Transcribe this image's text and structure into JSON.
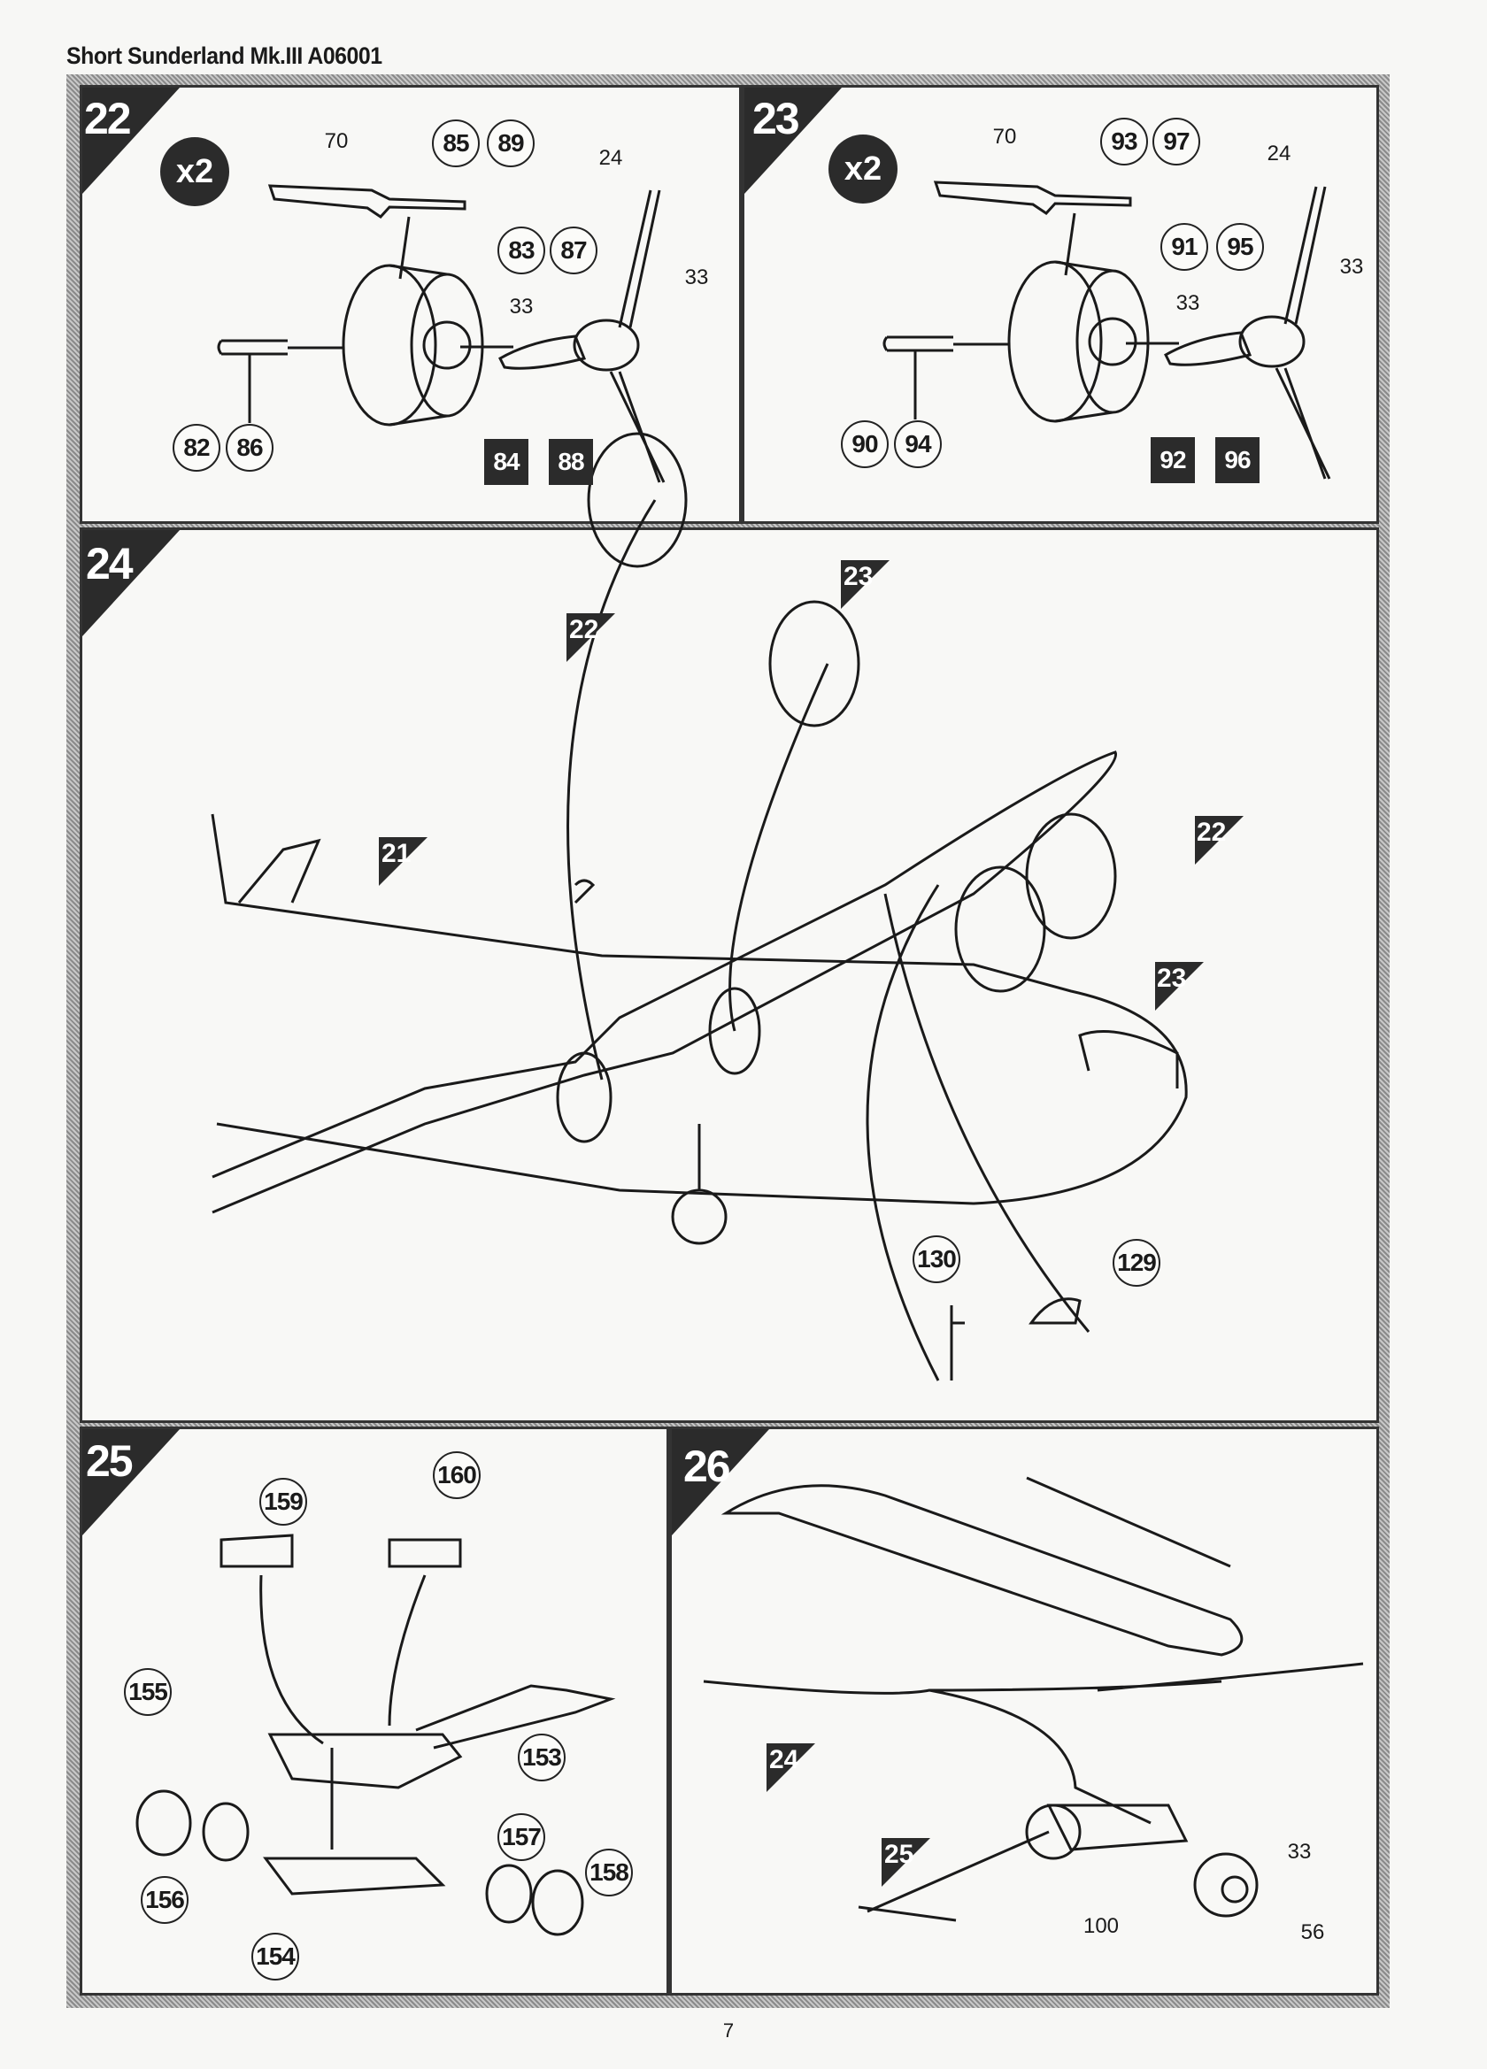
{
  "header": {
    "title": "Short Sunderland Mk.III A06001"
  },
  "page_number": "7",
  "steps": {
    "s22": {
      "number": "22",
      "multiplier": "x2",
      "labels": {
        "a": "70",
        "b": "24",
        "c": "33",
        "d": "33"
      },
      "parts": {
        "p1": "85",
        "p2": "89",
        "p3": "83",
        "p4": "87",
        "p5": "82",
        "p6": "86"
      },
      "range": {
        "from": "84",
        "to": "88"
      }
    },
    "s23": {
      "number": "23",
      "multiplier": "x2",
      "labels": {
        "a": "70",
        "b": "24",
        "c": "33",
        "d": "33"
      },
      "parts": {
        "p1": "93",
        "p2": "97",
        "p3": "91",
        "p4": "95",
        "p5": "90",
        "p6": "94"
      },
      "range": {
        "from": "92",
        "to": "96"
      }
    },
    "s24": {
      "number": "24",
      "refs": {
        "r22a": "22",
        "r23a": "23",
        "r21": "21",
        "r22b": "22",
        "r23b": "23"
      },
      "parts": {
        "p1": "130",
        "p2": "129"
      }
    },
    "s25": {
      "number": "25",
      "parts": {
        "p159": "159",
        "p160": "160",
        "p155": "155",
        "p153": "153",
        "p157": "157",
        "p158": "158",
        "p156": "156",
        "p154": "154"
      }
    },
    "s26": {
      "number": "26",
      "refs": {
        "r24": "24",
        "r25": "25"
      },
      "labels": {
        "a": "33",
        "b": "100",
        "c": "56"
      }
    }
  }
}
